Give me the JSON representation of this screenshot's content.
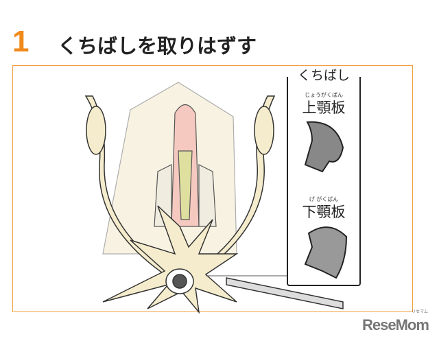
{
  "header": {
    "step_number": "1",
    "title": "くちばしを取りはずす"
  },
  "beak_panel": {
    "title": "くちばし",
    "upper": {
      "ruby": "じょうがくばん",
      "label": "上顎板"
    },
    "lower": {
      "ruby": "げ がくばん",
      "label": "下顎板"
    }
  },
  "watermark": {
    "logo": "ReseMom",
    "logo_kana": "リセマム"
  },
  "colors": {
    "accent": "#f08a1c",
    "frame": "#f0a040",
    "squid_body": "#f7f0dc",
    "organ_pink": "#f6c9c0",
    "arm": "#f4eccc"
  }
}
